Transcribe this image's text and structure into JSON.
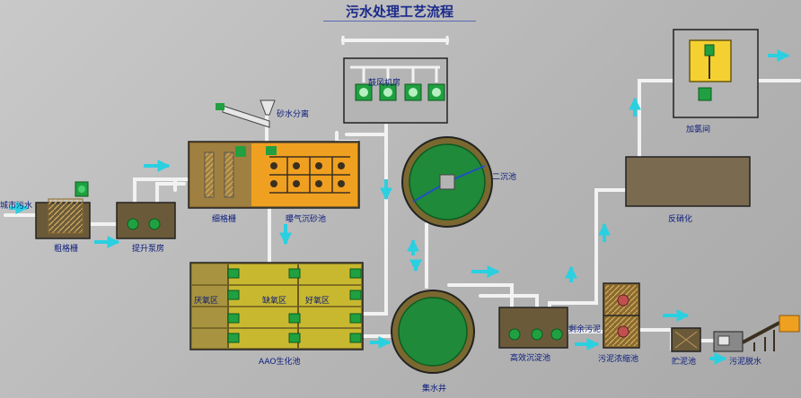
{
  "title": "污水处理工艺流程",
  "labels": {
    "inlet": "城市污水",
    "coarse_screen": "粗格栅",
    "lift_pump": "提升泵房",
    "fine_screen": "细格栅",
    "grit_chamber": "曝气沉砂池",
    "sand_separation": "砂水分离",
    "blower_room": "鼓风机房",
    "secondary_clarifier": "二沉池",
    "anaerobic": "厌氧区",
    "anoxic": "缺氧区",
    "aerobic": "好氧区",
    "aao": "AAO生化池",
    "collection_well": "集水井",
    "hd_sedimentation": "高效沉淀池",
    "excess_sludge": "剩余污泥",
    "sludge_thickener": "污泥浓缩池",
    "sludge_storage": "贮泥池",
    "sludge_dewatering": "污泥脱水",
    "denitrification": "反硝化",
    "chlorination": "加氯间"
  },
  "colors": {
    "tank_fill": "#6b5a3a",
    "tank_border": "#2a2a2a",
    "grit_fill": "#f0a020",
    "aao_fill": "#c8b830",
    "clarifier_fill": "#7a6830",
    "clarifier_water": "#1f8a3a",
    "pipe": "#f4f4f4",
    "flow_arrow": "#2ad0e0",
    "pump": "#20a040",
    "chlor_fill": "#f4d030"
  }
}
